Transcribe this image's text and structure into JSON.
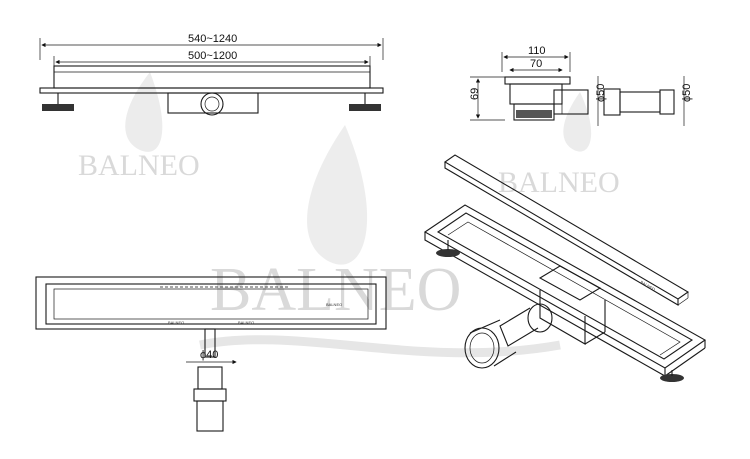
{
  "watermark": {
    "brand": "BALNEO"
  },
  "dimensions": {
    "total_length": "540~1240",
    "grate_length": "500~1200",
    "width_outer": "110",
    "width_inner": "70",
    "height": "69",
    "outlet_dia_a": "ϕ50",
    "outlet_dia_b": "ϕ50",
    "pipe_dia": "ϕ40"
  },
  "labels": {
    "grate_brand_center": "BALNEO",
    "grate_brand_right": "BALNEO",
    "grate_brand_end": "BALNEO",
    "grate_brand_iso": "BALNEO"
  }
}
